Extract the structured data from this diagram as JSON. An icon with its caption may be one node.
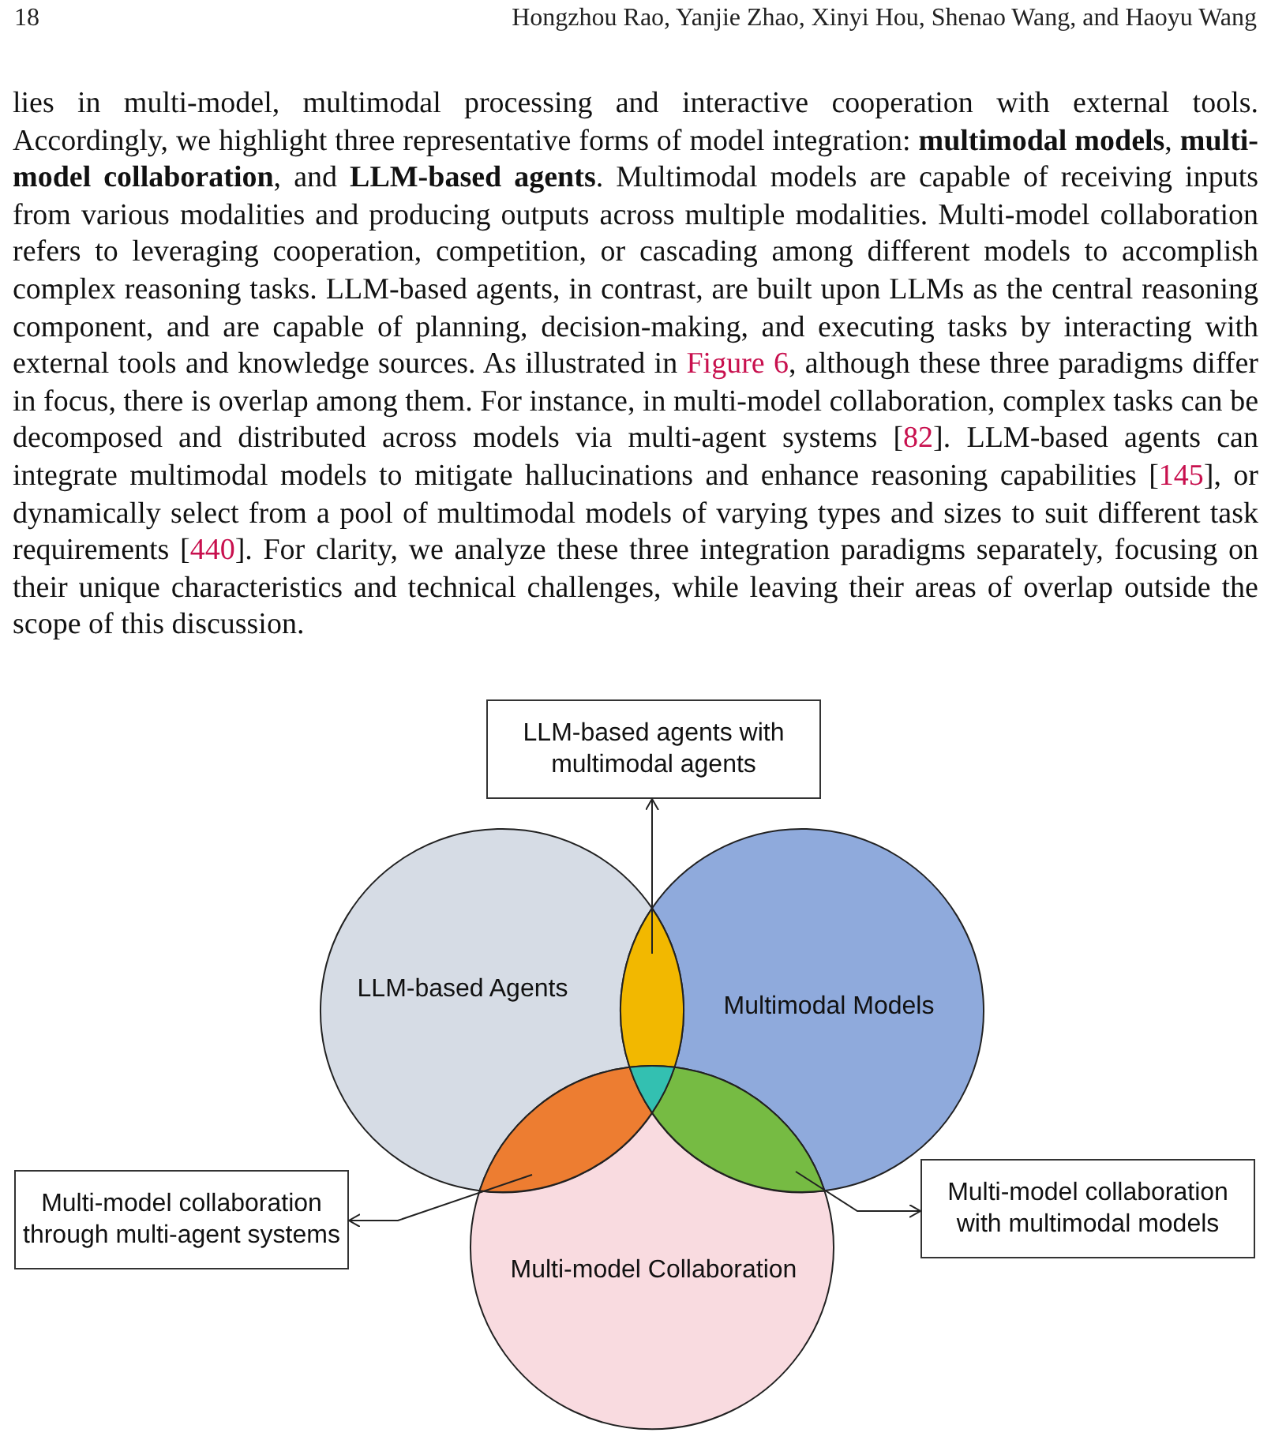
{
  "diagram": {
    "nodes": [
      {
        "text": [
          "LLM-based agents with multimodal agents"
        ]
      },
      {
        "text": [
          "LLM-based Agents"
        ]
      },
      {
        "text": [
          "Multimodal Models"
        ]
      },
      {
        "text": [],
        "shape": "lens"
      },
      {
        "text": [
          "Multi-model Collaboration"
        ]
      },
      {
        "text": [],
        "shape": "lens"
      },
      {
        "text": [],
        "shape": "lens"
      },
      {
        "text": [
          "Multi-model collaboration through multi-agent systems"
        ]
      },
      {
        "text": [
          "Multi-model collaboration with multimodal models"
        ]
      }
    ],
    "edges": [
      {
        "from": 3,
        "to": 0,
        "arrow": "to"
      },
      {
        "from": 5,
        "to": 7,
        "arrow": "to"
      },
      {
        "from": 6,
        "to": 8,
        "arrow": "to"
      }
    ],
    "labels": [
      "18",
      "Hongzhou Rao, Yanjie Zhao, Xinyi Hou, Shenao Wang, and Haoyu Wang",
      "lies in multi-model, multimodal processing and interactive cooperation with external tools. Accordingly, we highlight three representative forms of model integration: **multimodal models**, **multi-model collaboration**, and **LLM-based agents**. Multimodal models are capable of receiving inputs from various modalities and producing outputs across multiple modalities. Multi-model collaboration refers to leveraging cooperation, competition, or cascading among different models to accomplish complex reasoning tasks. LLM-based agents, in contrast, are built upon LLMs as the central reasoning component, and are capable of planning, decision-making, and executing tasks by interacting with external tools and knowledge sources. As illustrated in",
      "Figure 6",
      ", although these three paradigms differ in focus, there is overlap among them. For instance, in multi-model collaboration, complex tasks can be decomposed and distributed across models via multi-agent systems [",
      "82",
      "]. LLM-based agents can integrate multimodal models to mitigate hallucinations and enhance reasoning capabilities [",
      "145",
      "], or dynamically select from a pool of multimodal models of varying types and sizes to suit different task requirements [",
      "440",
      "]. For clarity, we analyze these three integration paradigms separately, focusing on their unique characteristics and technical challenges, while leaving their areas of overlap outside the scope of this discussion."
    ]
  }
}
